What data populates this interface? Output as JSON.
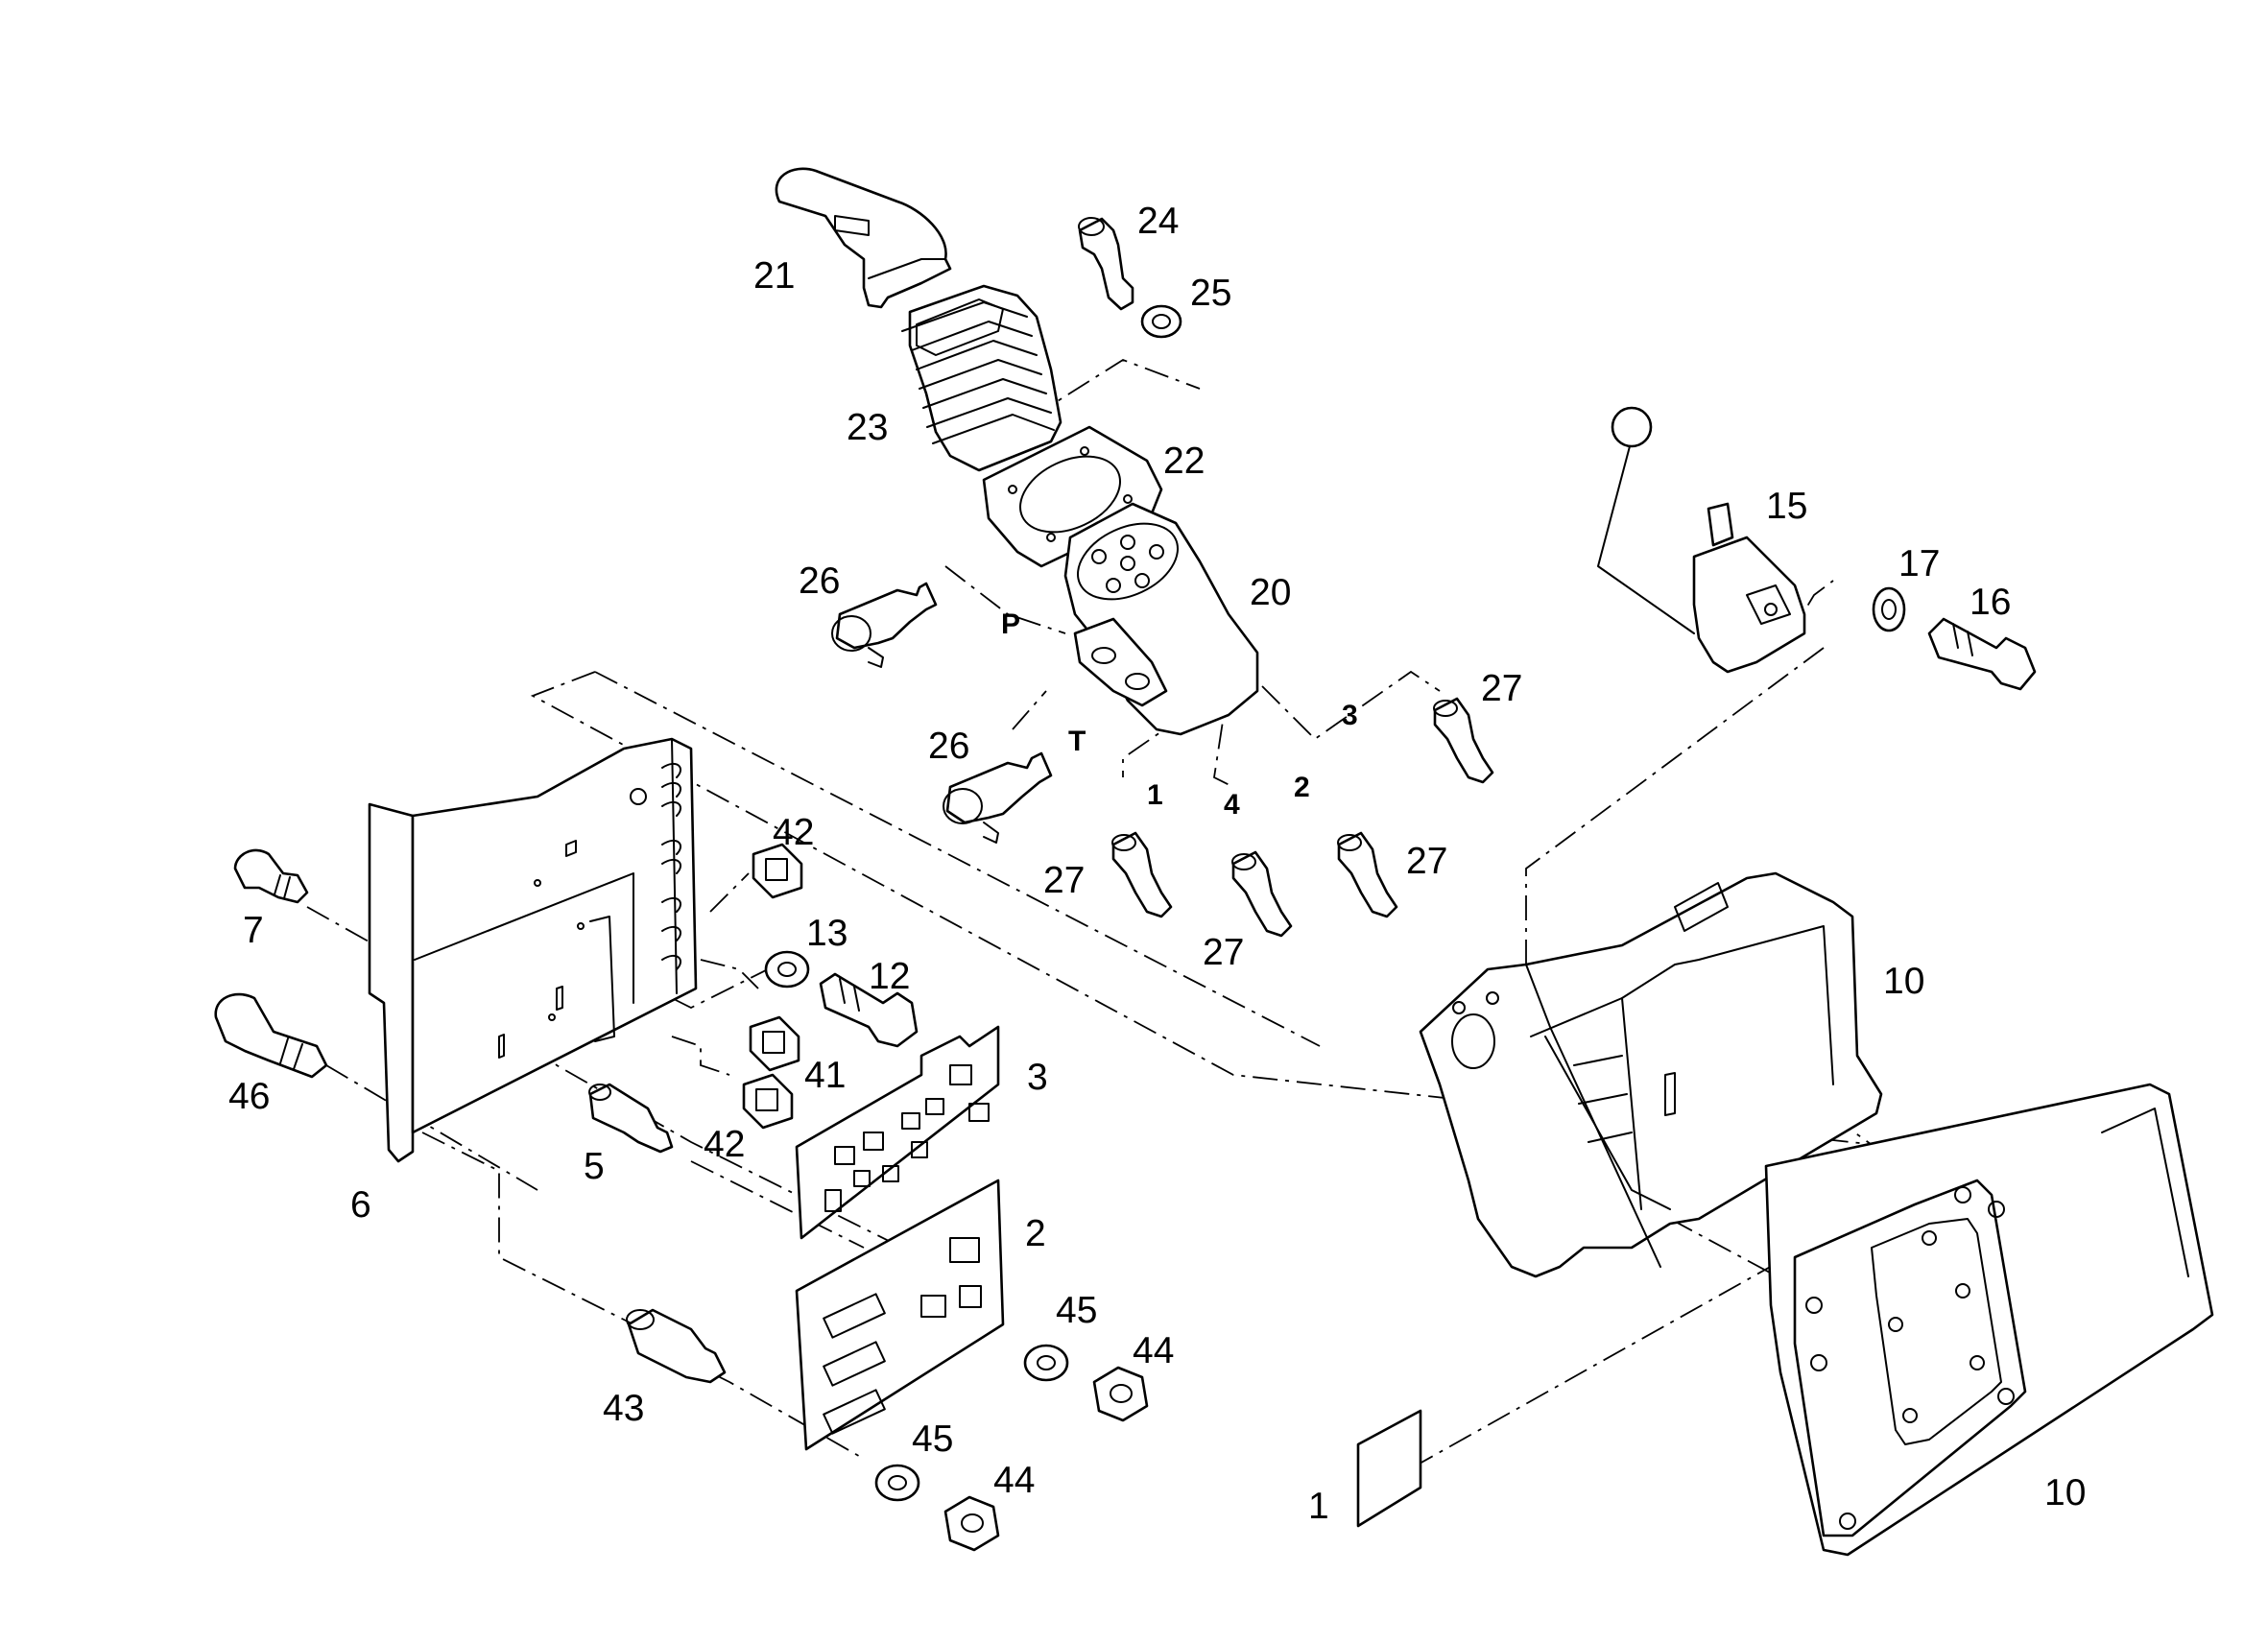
{
  "labels": {
    "p1": "1",
    "p2": "2",
    "p3": "3",
    "p5": "5",
    "p6": "6",
    "p7": "7",
    "p10a": "10",
    "p10b": "10",
    "p12": "12",
    "p13": "13",
    "p15": "15",
    "p16": "16",
    "p17": "17",
    "p20": "20",
    "p21": "21",
    "p22": "22",
    "p23": "23",
    "p24": "24",
    "p25": "25",
    "p26a": "26",
    "p26b": "26",
    "p27a": "27",
    "p27b": "27",
    "p27c": "27",
    "p27d": "27",
    "p41": "41",
    "p42a": "42",
    "p42b": "42",
    "p43": "43",
    "p44a": "44",
    "p44b": "44",
    "p45a": "45",
    "p45b": "45",
    "p46": "46"
  },
  "ports": {
    "P": "P",
    "T": "T",
    "one": "1",
    "two": "2",
    "three": "3",
    "four": "4"
  }
}
